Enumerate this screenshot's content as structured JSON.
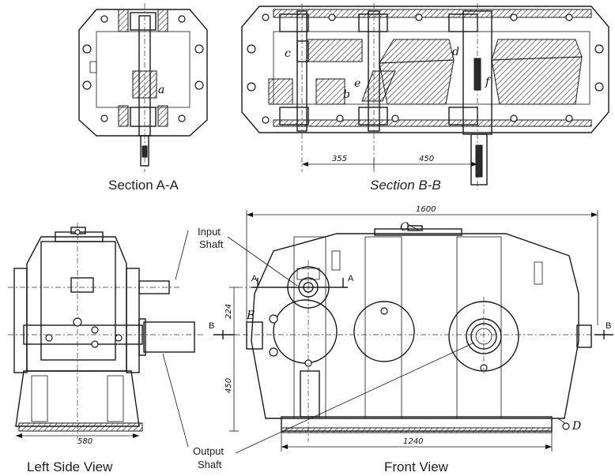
{
  "views": {
    "section_aa": "Section A-A",
    "section_bb": "Section B-B",
    "left_side": "Left Side View",
    "front": "Front View"
  },
  "callouts": {
    "input_line1": "Input",
    "input_line2": "Shaft",
    "output_line1": "Output",
    "output_line2": "Shaft"
  },
  "dimensions": {
    "d355": "355",
    "d450_top": "450",
    "d1600": "1600",
    "d224": "224",
    "d450_side": "450",
    "d1240": "1240",
    "d580": "580"
  },
  "part_letters": {
    "a": "a",
    "b": "b",
    "c": "c",
    "d": "d",
    "e": "e",
    "f": "f",
    "C": "C",
    "D": "D",
    "E": "E"
  },
  "section_marks": {
    "a_left": "A",
    "a_right": "A",
    "b_left": "B",
    "b_right": "B"
  }
}
